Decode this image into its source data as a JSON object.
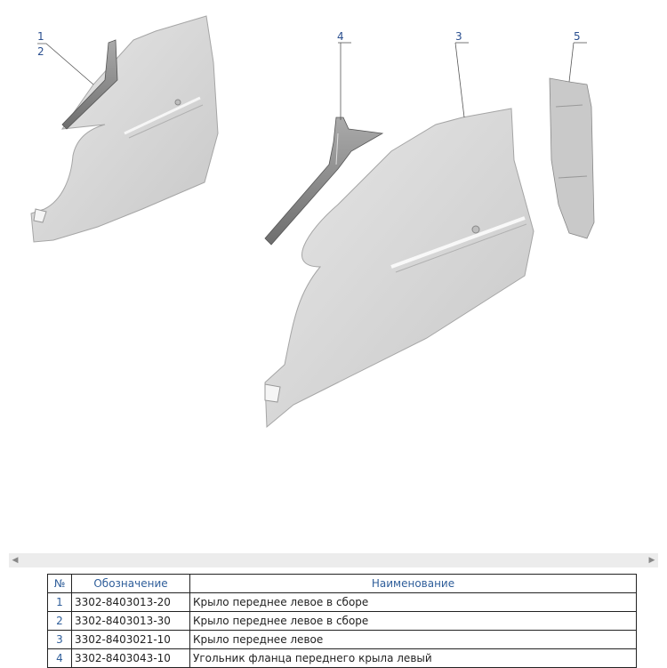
{
  "callouts": [
    "1",
    "2",
    "4",
    "3",
    "5"
  ],
  "table": {
    "headers": [
      "№",
      "Обозначение",
      "Наименование"
    ],
    "rows": [
      {
        "num": "1",
        "code": "3302-8403013-20",
        "name": "Крыло переднее левое в сборе"
      },
      {
        "num": "2",
        "code": "3302-8403013-30",
        "name": "Крыло переднее левое в сборе"
      },
      {
        "num": "3",
        "code": "3302-8403021-10",
        "name": "Крыло переднее левое"
      },
      {
        "num": "4",
        "code": "3302-8403043-10",
        "name": "Угольник фланца переднего крыла левый"
      }
    ]
  },
  "colors": {
    "accent": "#2f5e9a",
    "part_fill": "#d4d4d4",
    "part_stroke": "#9a9a9a"
  }
}
